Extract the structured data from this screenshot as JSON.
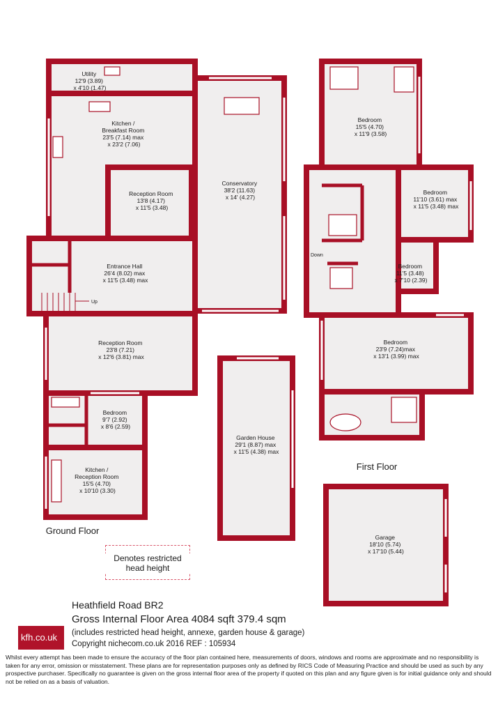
{
  "rooms": {
    "utility": [
      "Utility",
      "12'9 (3.89)",
      "x 4'10 (1.47)"
    ],
    "kitchen_breakfast": [
      "Kitchen /",
      "Breakfast Room",
      "23'5 (7.14) max",
      "x 23'2 (7.06)"
    ],
    "reception1": [
      "Reception Room",
      "13'8 (4.17)",
      "x 11'5 (3.48)"
    ],
    "conservatory": [
      "Conservatory",
      "38'2 (11.63)",
      "x 14' (4.27)"
    ],
    "entrance_hall": [
      "Entrance Hall",
      "26'4 (8.02) max",
      "x 11'5 (3.48) max"
    ],
    "reception2": [
      "Reception Room",
      "23'8 (7.21)",
      "x 12'6 (3.81) max"
    ],
    "bedroom_gf": [
      "Bedroom",
      "9'7 (2.92)",
      "x 8'6 (2.59)"
    ],
    "kitchen_reception": [
      "Kitchen /",
      "Reception Room",
      "15'5 (4.70)",
      "x 10'10  (3.30)"
    ],
    "garden_house": [
      "Garden House",
      "29'1 (8.87) max",
      "x 11'5 (4.38) max"
    ],
    "bedroom_ff1": [
      "Bedroom",
      "15'5 (4.70)",
      "x 11'9 (3.58)"
    ],
    "bedroom_ff2": [
      "Bedroom",
      "11'10 (3.61) max",
      "x 11'5 (3.48) max"
    ],
    "bedroom_ff3": [
      "Bedroom",
      "11'5 (3.48)",
      "x 7'10 (2.39)"
    ],
    "bedroom_ff4": [
      "Bedroom",
      "23'9 (7.24)max",
      "x 13'1 (3.99) max"
    ],
    "garage": [
      "Garage",
      "18'10 (5.74)",
      "x 17'10 (5.44)"
    ]
  },
  "labels": {
    "ground_floor": "Ground Floor",
    "first_floor": "First Floor",
    "up": "Up",
    "down": "Down",
    "restricted": "Denotes restricted head height"
  },
  "footer": {
    "address": "Heathfield Road BR2",
    "gia": "Gross Internal Floor Area 4084 sqft 379.4 sqm",
    "includes": "(includes restricted head height, annexe, garden house & garage)",
    "copyright": "Copyright nichecom.co.uk 2016 REF : 105934",
    "logo": "kfh.co.uk",
    "disclaimer": "Whilst every attempt has been made to ensure the accuracy of the floor plan contained here, measurements of doors, windows and rooms are approximate and no responsibility is taken for any error, omission or misstatement. These plans are for representation purposes only as defined by RICS Code of Measuring Practice and should be used as such by any prospective purchaser.  Specifically no guarantee is given on the gross internal floor area of the property if quoted on this plan and any figure given is for initial guidance only and should not be relied on as a basis of valuation."
  },
  "colors": {
    "wall": "#a80f25",
    "floor": "#f0eeee",
    "window": "#ffffff"
  }
}
